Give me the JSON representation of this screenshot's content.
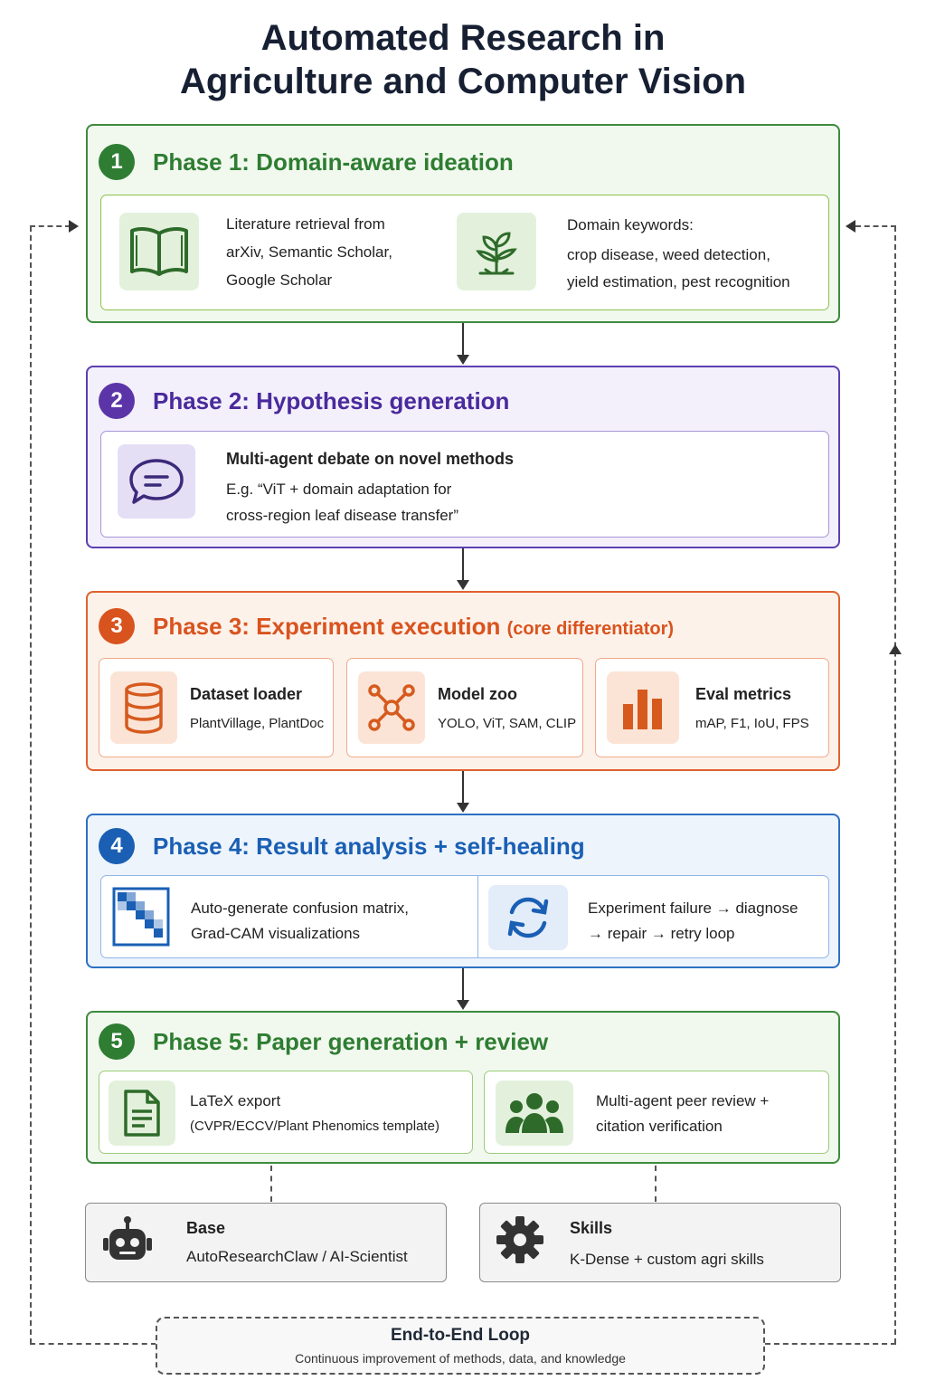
{
  "title": {
    "line1": "Automated Research in",
    "line2": "Agriculture and Computer Vision"
  },
  "phases": [
    {
      "num": "1",
      "title": "Phase 1: Domain-aware ideation",
      "color": "#2e7d32",
      "left": {
        "line1": "Literature retrieval from",
        "line2": "arXiv, Semantic Scholar,",
        "line3": "Google Scholar"
      },
      "right": {
        "line1": "Domain keywords:",
        "line2": "crop disease, weed detection,",
        "line3": "yield estimation, pest recognition"
      }
    },
    {
      "num": "2",
      "title": "Phase 2: Hypothesis generation",
      "color": "#5b35a8",
      "card": {
        "line1": "Multi-agent debate on novel methods",
        "line2": "E.g.  “ViT + domain adaptation for",
        "line3": "cross-region leaf disease transfer”"
      }
    },
    {
      "num": "3",
      "title": "Phase 3: Experiment execution",
      "subtitle": "(core differentiator)",
      "color": "#d9531e",
      "cards": [
        {
          "title": "Dataset loader",
          "desc": "PlantVillage, PlantDoc"
        },
        {
          "title": "Model zoo",
          "desc": "YOLO, ViT, SAM, CLIP"
        },
        {
          "title": "Eval metrics",
          "desc": "mAP, F1, IoU, FPS"
        }
      ]
    },
    {
      "num": "4",
      "title": "Phase 4: Result analysis + self-healing",
      "color": "#1a5fb4",
      "left": {
        "line1": "Auto-generate confusion matrix,",
        "line2": "Grad-CAM visualizations"
      },
      "right": {
        "line1": "Experiment failure → diagnose",
        "line2": "→ repair → retry loop"
      }
    },
    {
      "num": "5",
      "title": "Phase 5: Paper generation + review",
      "color": "#2e7d32",
      "left": {
        "line1": "LaTeX export",
        "line2": "(CVPR/ECCV/Plant Phenomics template)"
      },
      "right": {
        "line1": "Multi-agent peer review +",
        "line2": "citation verification"
      }
    }
  ],
  "base": {
    "title": "Base",
    "desc": "AutoResearchClaw / AI-Scientist"
  },
  "skills": {
    "title": "Skills",
    "desc": "K-Dense + custom agri skills"
  },
  "loop": {
    "title": "End-to-End Loop",
    "desc": "Continuous improvement of methods, data, and knowledge"
  },
  "icons": [
    "book-icon",
    "sprout-icon",
    "chat-icon",
    "database-icon",
    "network-icon",
    "bar-chart-icon",
    "matrix-icon",
    "refresh-icon",
    "document-icon",
    "people-icon",
    "robot-icon",
    "gear-icon"
  ]
}
